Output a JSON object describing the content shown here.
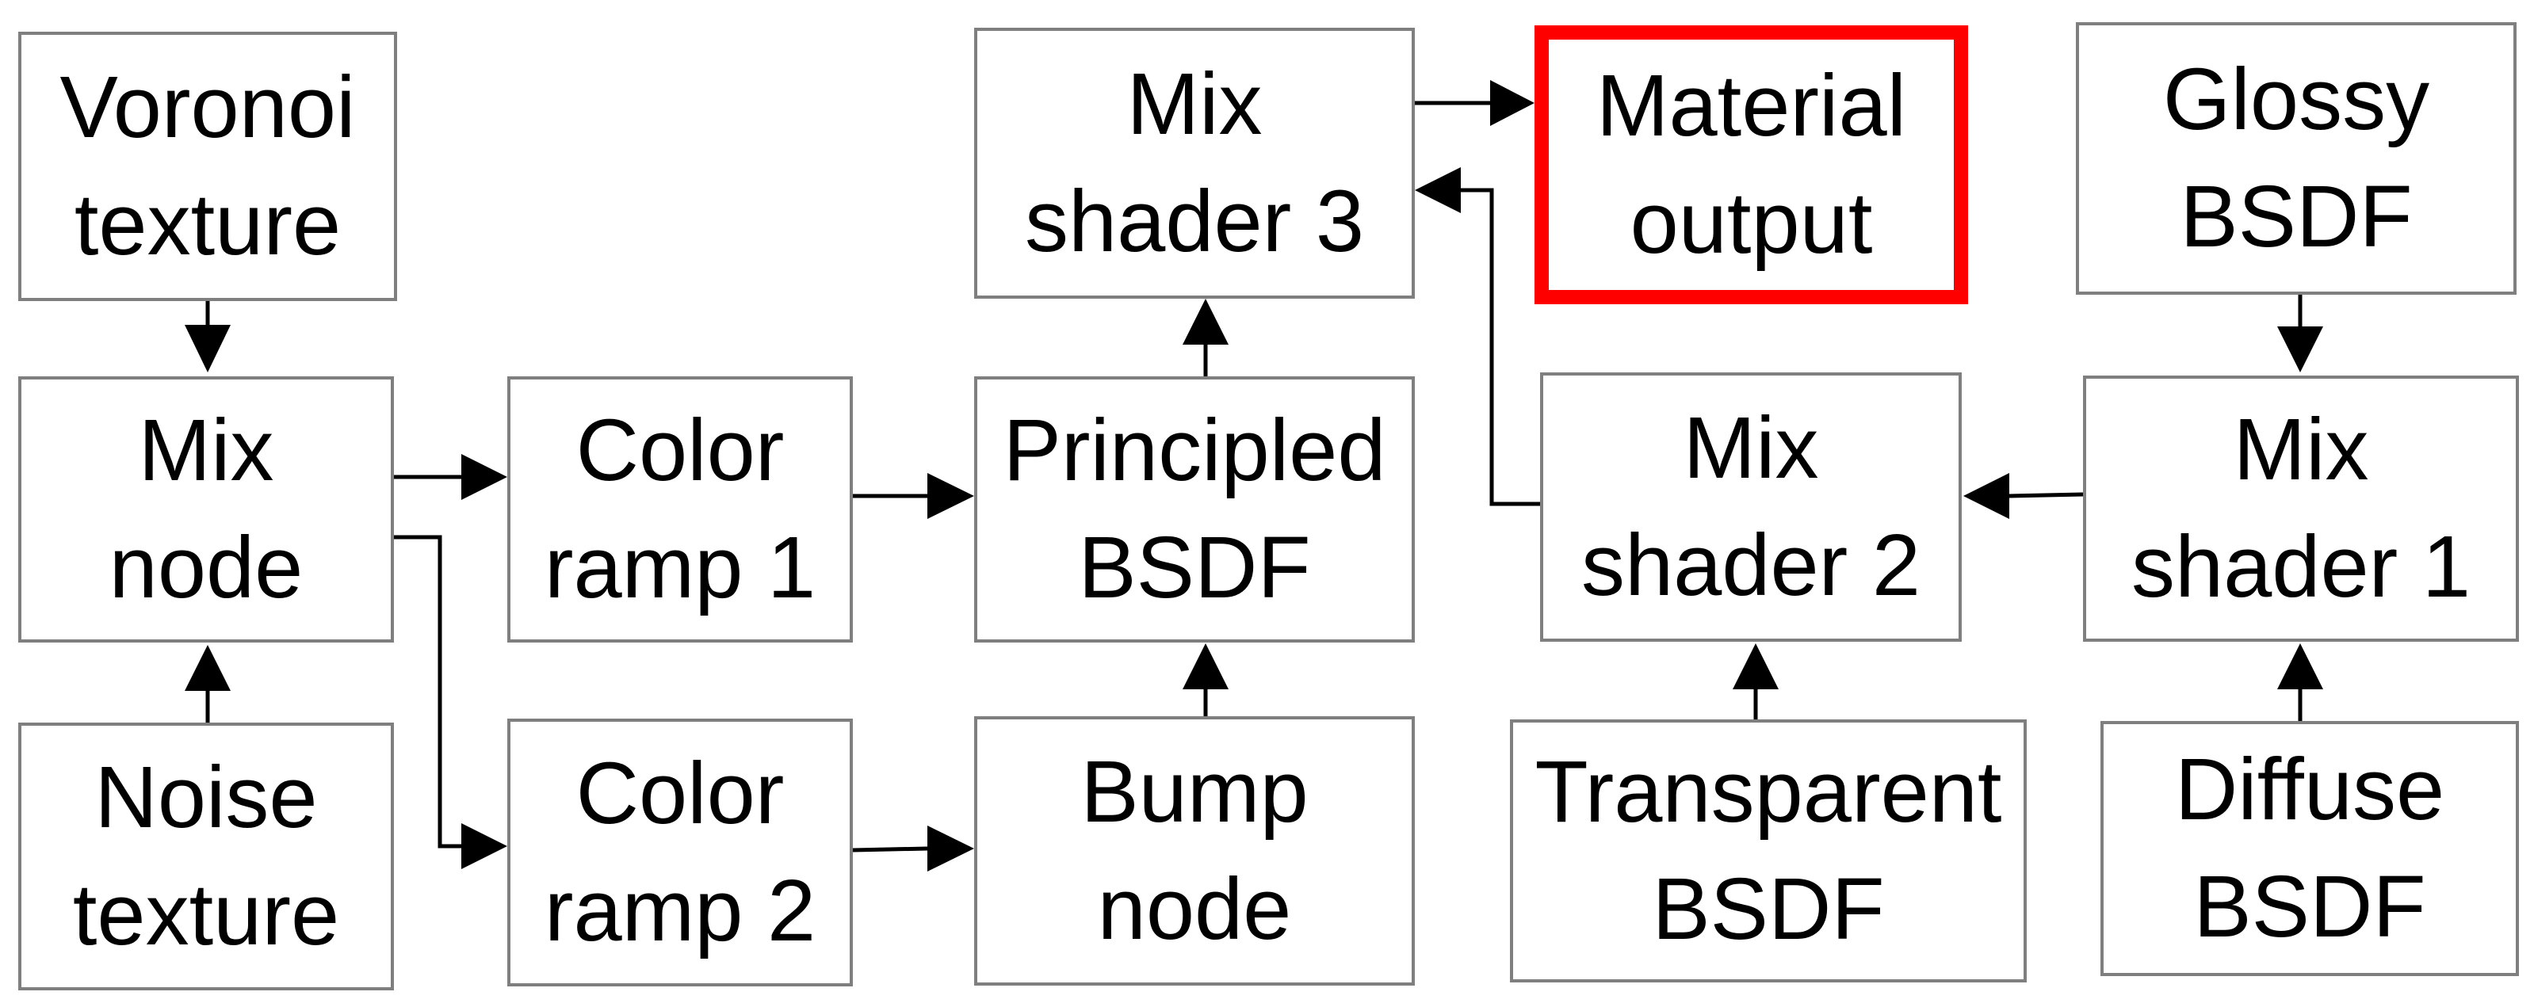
{
  "nodes": {
    "voronoi_texture": {
      "line1": "Voronoi",
      "line2": "texture"
    },
    "mix_node": {
      "line1": "Mix",
      "line2": "node"
    },
    "noise_texture": {
      "line1": "Noise",
      "line2": "texture"
    },
    "color_ramp_1": {
      "line1": "Color",
      "line2": "ramp 1"
    },
    "color_ramp_2": {
      "line1": "Color",
      "line2": "ramp 2"
    },
    "mix_shader_3": {
      "line1": "Mix",
      "line2": "shader 3"
    },
    "principled_bsdf": {
      "line1": "Principled",
      "line2": "BSDF"
    },
    "bump_node": {
      "line1": "Bump",
      "line2": "node"
    },
    "material_output": {
      "line1": "Material",
      "line2": "output"
    },
    "mix_shader_2": {
      "line1": "Mix",
      "line2": "shader 2"
    },
    "transparent_bsdf": {
      "line1": "Transparent",
      "line2": "BSDF"
    },
    "glossy_bsdf": {
      "line1": "Glossy",
      "line2": "BSDF"
    },
    "mix_shader_1": {
      "line1": "Mix",
      "line2": "shader 1"
    },
    "diffuse_bsdf": {
      "line1": "Diffuse",
      "line2": "BSDF"
    }
  },
  "colors": {
    "node_border": "#7f7f7f",
    "highlight_border": "#ff0000",
    "edge": "#000000",
    "text": "#000000"
  }
}
